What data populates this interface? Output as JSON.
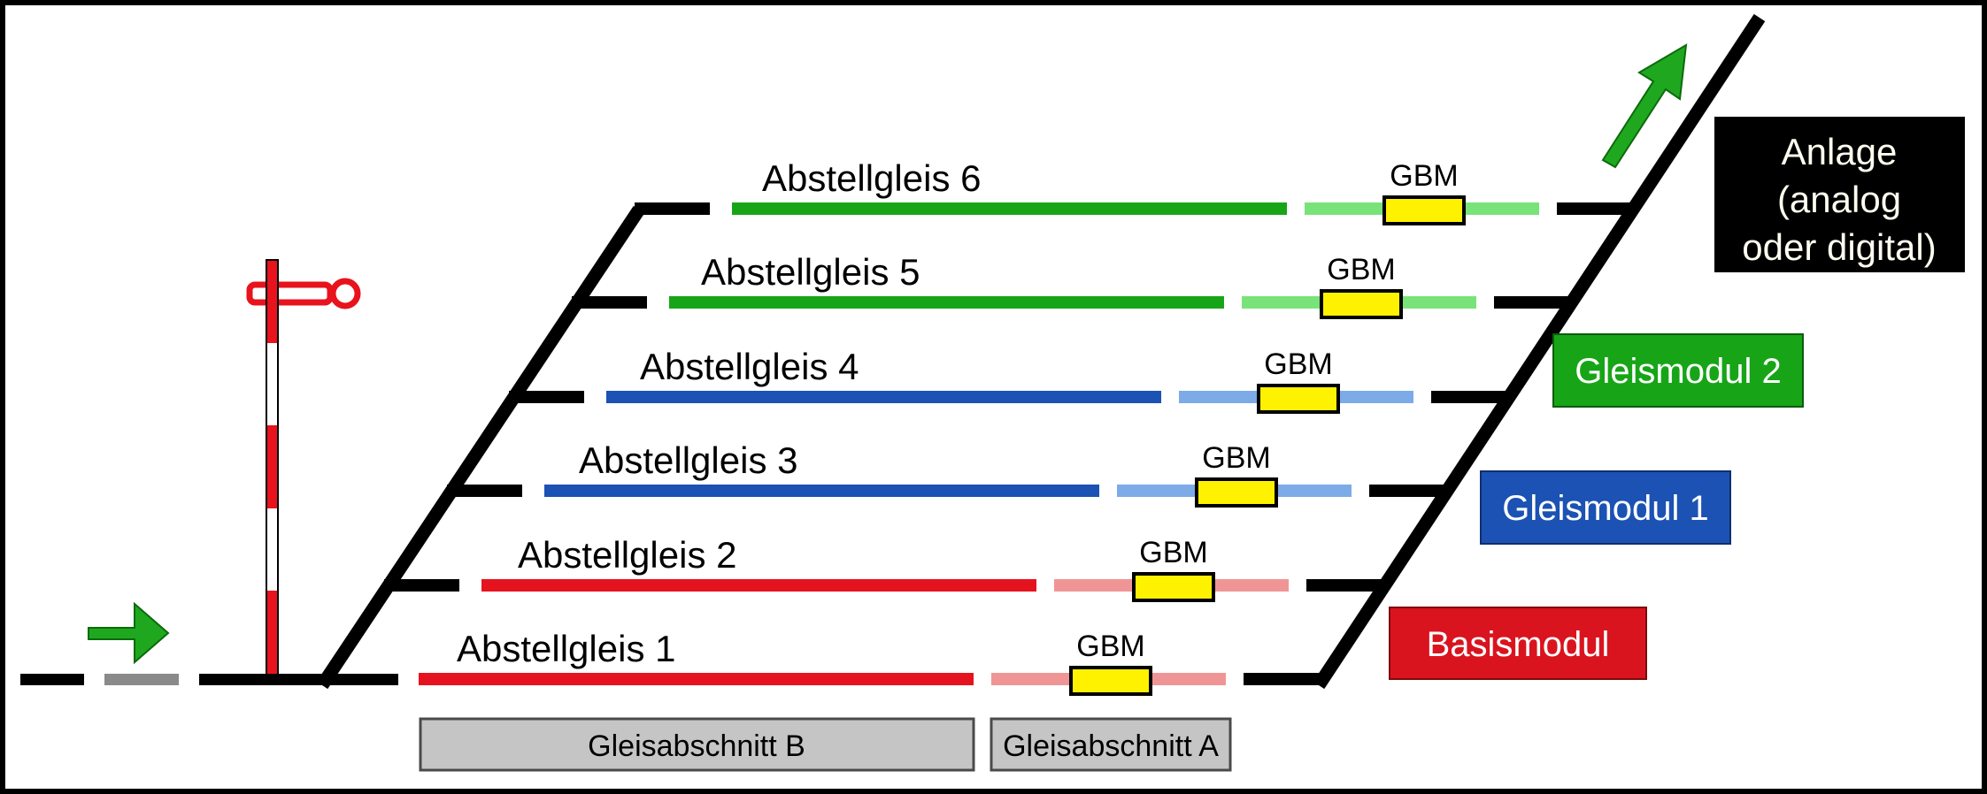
{
  "colors": {
    "track_black": "#000000",
    "gray_dash": "#8a8a8a",
    "gbm_yellow": "#fff200",
    "arrow_green": "#1fa81f",
    "signal_red": "#e8131c",
    "legend_black": "#000000",
    "legend_green": "#17a517",
    "legend_blue": "#1b52b3",
    "legend_red": "#d9141f",
    "section_gray": "#c5c5c5"
  },
  "tracks": [
    {
      "label": "Abstellgleis 1",
      "gbm_label": "GBM",
      "main_color": "#e5131f",
      "detector_color": "#f09595"
    },
    {
      "label": "Abstellgleis 2",
      "gbm_label": "GBM",
      "main_color": "#e5131f",
      "detector_color": "#f09595"
    },
    {
      "label": "Abstellgleis 3",
      "gbm_label": "GBM",
      "main_color": "#1b52b3",
      "detector_color": "#7cabe8"
    },
    {
      "label": "Abstellgleis 4",
      "gbm_label": "GBM",
      "main_color": "#1b52b3",
      "detector_color": "#7cabe8"
    },
    {
      "label": "Abstellgleis 5",
      "gbm_label": "GBM",
      "main_color": "#17a517",
      "detector_color": "#79e379"
    },
    {
      "label": "Abstellgleis 6",
      "gbm_label": "GBM",
      "main_color": "#17a517",
      "detector_color": "#79e379"
    }
  ],
  "legend": {
    "anlage_lines": [
      "Anlage",
      "(analog",
      "oder digital)"
    ],
    "gleismodul2": "Gleismodul 2",
    "gleismodul1": "Gleismodul 1",
    "basismodul": "Basismodul"
  },
  "sections": {
    "b": "Gleisabschnitt B",
    "a": "Gleisabschnitt A"
  }
}
